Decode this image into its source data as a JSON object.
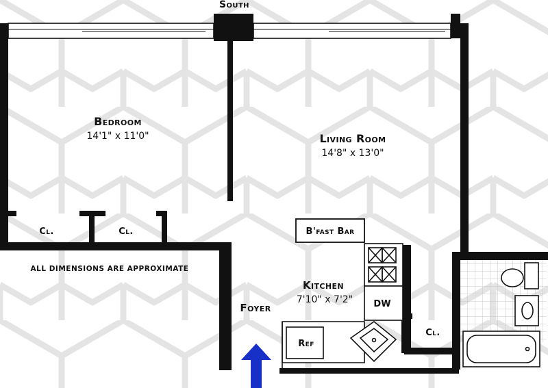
{
  "compass": {
    "south": "South"
  },
  "rooms": {
    "bedroom": {
      "name": "Bedroom",
      "dims": "14'1\" x 11'0\""
    },
    "living_room": {
      "name": "Living Room",
      "dims": "14'8\" x 13'0\""
    },
    "kitchen": {
      "name": "Kitchen",
      "dims": "7'10\" x 7'2\""
    },
    "foyer": {
      "name": "Foyer"
    }
  },
  "closets": {
    "closet_1": "Cl.",
    "closet_2": "Cl.",
    "closet_3": "Cl."
  },
  "fixtures": {
    "breakfast_bar": "B'fast Bar",
    "dishwasher": "DW",
    "refrigerator": "Ref"
  },
  "note": "ALL DIMENSIONS ARE APPROXIMATE",
  "colors": {
    "wall": "#111111",
    "pattern": "#e4e4e4",
    "entry_arrow": "#1730c8",
    "tile": "#c8c8c8"
  },
  "icons": {
    "entry": "arrow-up-icon"
  }
}
